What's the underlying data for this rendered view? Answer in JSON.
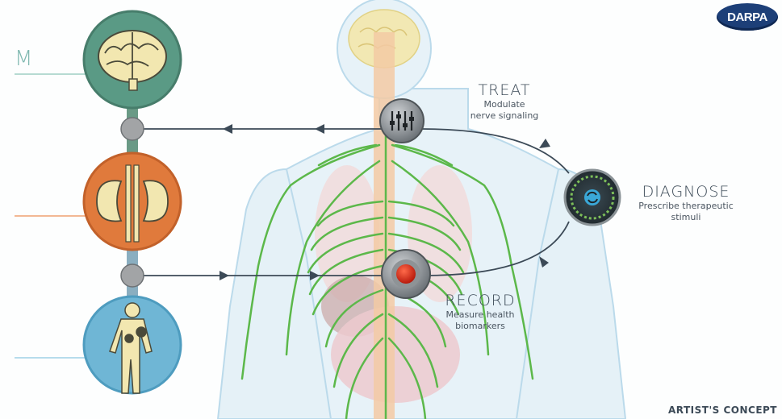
{
  "brand": {
    "logo_text": "DARPA"
  },
  "left_partial_text": "M",
  "footer_text": "ARTIST'S CONCEPT",
  "steps": {
    "treat": {
      "title": "TREAT",
      "description_line1": "Modulate",
      "description_line2": "nerve signaling"
    },
    "diagnose": {
      "title": "DIAGNOSE",
      "description_line1": "Prescribe therapeutic",
      "description_line2": "stimuli"
    },
    "record": {
      "title": "RECORD",
      "description_line1": "Measure health",
      "description_line2": "biomarkers"
    }
  },
  "organ_icons": [
    "brain-icon",
    "kidneys-icon",
    "human-body-icon"
  ],
  "colors": {
    "brain_circle": "#5a9a85",
    "kidney_circle": "#e07a3c",
    "body_circle": "#6fb6d5",
    "nerves": "#5cb84a",
    "loop_line": "#3c4a57",
    "record_button": "#e02a1a"
  }
}
